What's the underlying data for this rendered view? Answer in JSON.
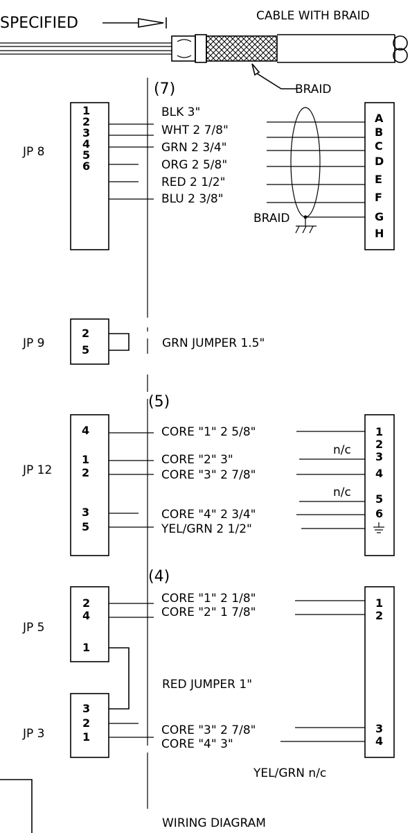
{
  "top": {
    "specified": "SPECIFIED",
    "cable_with_braid": "CABLE WITH BRAID",
    "braid": "BRAID"
  },
  "jp8": {
    "label": "JP 8",
    "group": "(7)",
    "pins": [
      "1",
      "2",
      "3",
      "4",
      "5",
      "6"
    ],
    "wires": [
      "BLK 3\"",
      "WHT 2 7/8\"",
      "GRN 2 3/4\"",
      "ORG 2 5/8\"",
      "RED 2 1/2\"",
      "BLU 2 3/8\""
    ],
    "connector_pins": [
      "A",
      "B",
      "C",
      "D",
      "E",
      "F",
      "G",
      "H"
    ],
    "braid": "BRAID"
  },
  "jp9": {
    "label": "JP 9",
    "pins": [
      "2",
      "5"
    ],
    "jumper": "GRN JUMPER 1.5\""
  },
  "jp12": {
    "label": "JP 12",
    "group": "(5)",
    "pins": [
      "4",
      "1",
      "2",
      "3",
      "5"
    ],
    "wires": [
      "CORE \"1\" 2 5/8\"",
      "CORE \"2\"  3\"",
      "CORE \"3\" 2 7/8\"",
      "CORE \"4\" 2 3/4\"",
      "YEL/GRN 2 1/2\""
    ],
    "nc": "n/c",
    "connector_pins": [
      "1",
      "2",
      "3",
      "4",
      "5",
      "6"
    ]
  },
  "jp5": {
    "label": "JP 5",
    "group": "(4)",
    "pins": [
      "2",
      "4",
      "1"
    ],
    "wires": [
      "CORE \"1\" 2 1/8\"",
      "CORE \"2\" 1 7/8\""
    ]
  },
  "jp3": {
    "label": "JP 3",
    "pins": [
      "3",
      "2",
      "1"
    ],
    "jumper": "RED JUMPER 1\"",
    "wires": [
      "CORE \"3\" 2 7/8\"",
      "CORE \"4\"  3\""
    ]
  },
  "connector4": {
    "pins": [
      "1",
      "2",
      "3",
      "4"
    ],
    "note": "YEL/GRN n/c"
  },
  "footer": {
    "title": "WIRING DIAGRAM"
  }
}
